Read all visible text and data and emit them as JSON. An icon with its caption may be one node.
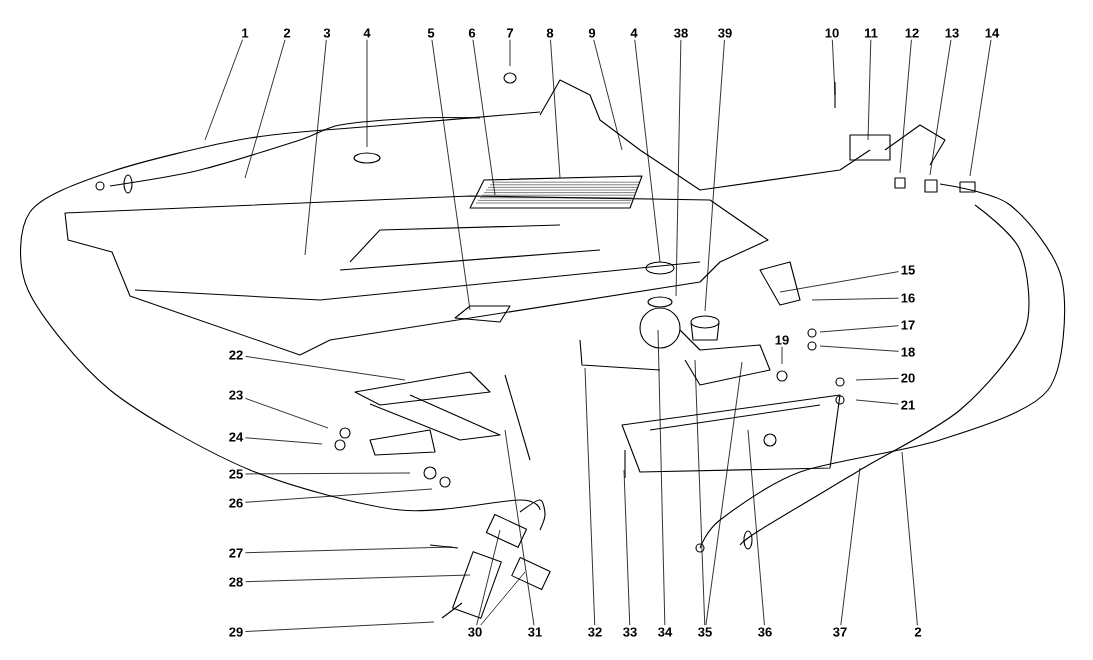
{
  "diagram": {
    "nodes": [
      {
        "text": [
          "1"
        ]
      },
      {
        "text": [
          "2"
        ]
      },
      {
        "text": [
          "3"
        ]
      },
      {
        "text": [
          "4"
        ]
      },
      {
        "text": [
          "5"
        ]
      },
      {
        "text": [
          "6"
        ]
      },
      {
        "text": [
          "7"
        ]
      },
      {
        "text": [
          "8"
        ]
      },
      {
        "text": [
          "9"
        ]
      },
      {
        "text": [
          "4"
        ]
      },
      {
        "text": [
          "38"
        ]
      },
      {
        "text": [
          "39"
        ]
      },
      {
        "text": [
          "10"
        ]
      },
      {
        "text": [
          "11"
        ]
      },
      {
        "text": [
          "12"
        ]
      },
      {
        "text": [
          "13"
        ]
      },
      {
        "text": [
          "14"
        ]
      },
      {
        "text": [
          "15"
        ]
      },
      {
        "text": [
          "16"
        ]
      },
      {
        "text": [
          "19"
        ]
      },
      {
        "text": [
          "17"
        ]
      },
      {
        "text": [
          "18"
        ]
      },
      {
        "text": [
          "20"
        ]
      },
      {
        "text": [
          "21"
        ]
      },
      {
        "text": [
          "22"
        ]
      },
      {
        "text": [
          "23"
        ]
      },
      {
        "text": [
          "24"
        ]
      },
      {
        "text": [
          "25"
        ]
      },
      {
        "text": [
          "26"
        ]
      },
      {
        "text": [
          "27"
        ]
      },
      {
        "text": [
          "28"
        ]
      },
      {
        "text": [
          "29"
        ]
      },
      {
        "text": [
          "30"
        ]
      },
      {
        "text": [
          "31"
        ]
      },
      {
        "text": [
          "32"
        ]
      },
      {
        "text": [
          "33"
        ]
      },
      {
        "text": [
          "34"
        ]
      },
      {
        "text": [
          "35"
        ]
      },
      {
        "text": [
          "36"
        ]
      },
      {
        "text": [
          "37"
        ]
      },
      {
        "text": [
          "2"
        ]
      }
    ],
    "edges": [
      {
        "from": 0,
        "to": null,
        "arrow": "none"
      },
      {
        "from": 1,
        "to": null,
        "arrow": "none"
      },
      {
        "from": 2,
        "to": null,
        "arrow": "none"
      },
      {
        "from": 3,
        "to": null,
        "arrow": "none"
      },
      {
        "from": 4,
        "to": null,
        "arrow": "none"
      },
      {
        "from": 5,
        "to": null,
        "arrow": "none"
      },
      {
        "from": 6,
        "to": null,
        "arrow": "none"
      },
      {
        "from": 7,
        "to": null,
        "arrow": "none"
      },
      {
        "from": 8,
        "to": null,
        "arrow": "none"
      },
      {
        "from": 9,
        "to": null,
        "arrow": "none"
      },
      {
        "from": 10,
        "to": null,
        "arrow": "none"
      },
      {
        "from": 11,
        "to": null,
        "arrow": "none"
      },
      {
        "from": 12,
        "to": null,
        "arrow": "none"
      },
      {
        "from": 13,
        "to": null,
        "arrow": "none"
      },
      {
        "from": 14,
        "to": null,
        "arrow": "none"
      },
      {
        "from": 15,
        "to": null,
        "arrow": "none"
      },
      {
        "from": 16,
        "to": null,
        "arrow": "none"
      },
      {
        "from": 17,
        "to": null,
        "arrow": "none"
      },
      {
        "from": 18,
        "to": null,
        "arrow": "none"
      },
      {
        "from": 19,
        "to": null,
        "arrow": "none"
      },
      {
        "from": 20,
        "to": null,
        "arrow": "none"
      },
      {
        "from": 21,
        "to": null,
        "arrow": "none"
      },
      {
        "from": 22,
        "to": null,
        "arrow": "none"
      },
      {
        "from": 23,
        "to": null,
        "arrow": "none"
      },
      {
        "from": 24,
        "to": null,
        "arrow": "none"
      },
      {
        "from": 25,
        "to": null,
        "arrow": "none"
      },
      {
        "from": 26,
        "to": null,
        "arrow": "none"
      },
      {
        "from": 27,
        "to": null,
        "arrow": "none"
      },
      {
        "from": 28,
        "to": null,
        "arrow": "none"
      },
      {
        "from": 29,
        "to": null,
        "arrow": "none"
      },
      {
        "from": 30,
        "to": null,
        "arrow": "none"
      },
      {
        "from": 31,
        "to": null,
        "arrow": "none"
      },
      {
        "from": 32,
        "to": null,
        "arrow": "none"
      },
      {
        "from": 32,
        "to": null,
        "arrow": "none"
      },
      {
        "from": 33,
        "to": null,
        "arrow": "none"
      },
      {
        "from": 34,
        "to": null,
        "arrow": "none"
      },
      {
        "from": 35,
        "to": null,
        "arrow": "none"
      },
      {
        "from": 36,
        "to": null,
        "arrow": "none"
      },
      {
        "from": 37,
        "to": null,
        "arrow": "none"
      },
      {
        "from": 37,
        "to": null,
        "arrow": "none"
      },
      {
        "from": 38,
        "to": null,
        "arrow": "none"
      },
      {
        "from": 39,
        "to": null,
        "arrow": "none"
      },
      {
        "from": 40,
        "to": null,
        "arrow": "none"
      }
    ]
  }
}
